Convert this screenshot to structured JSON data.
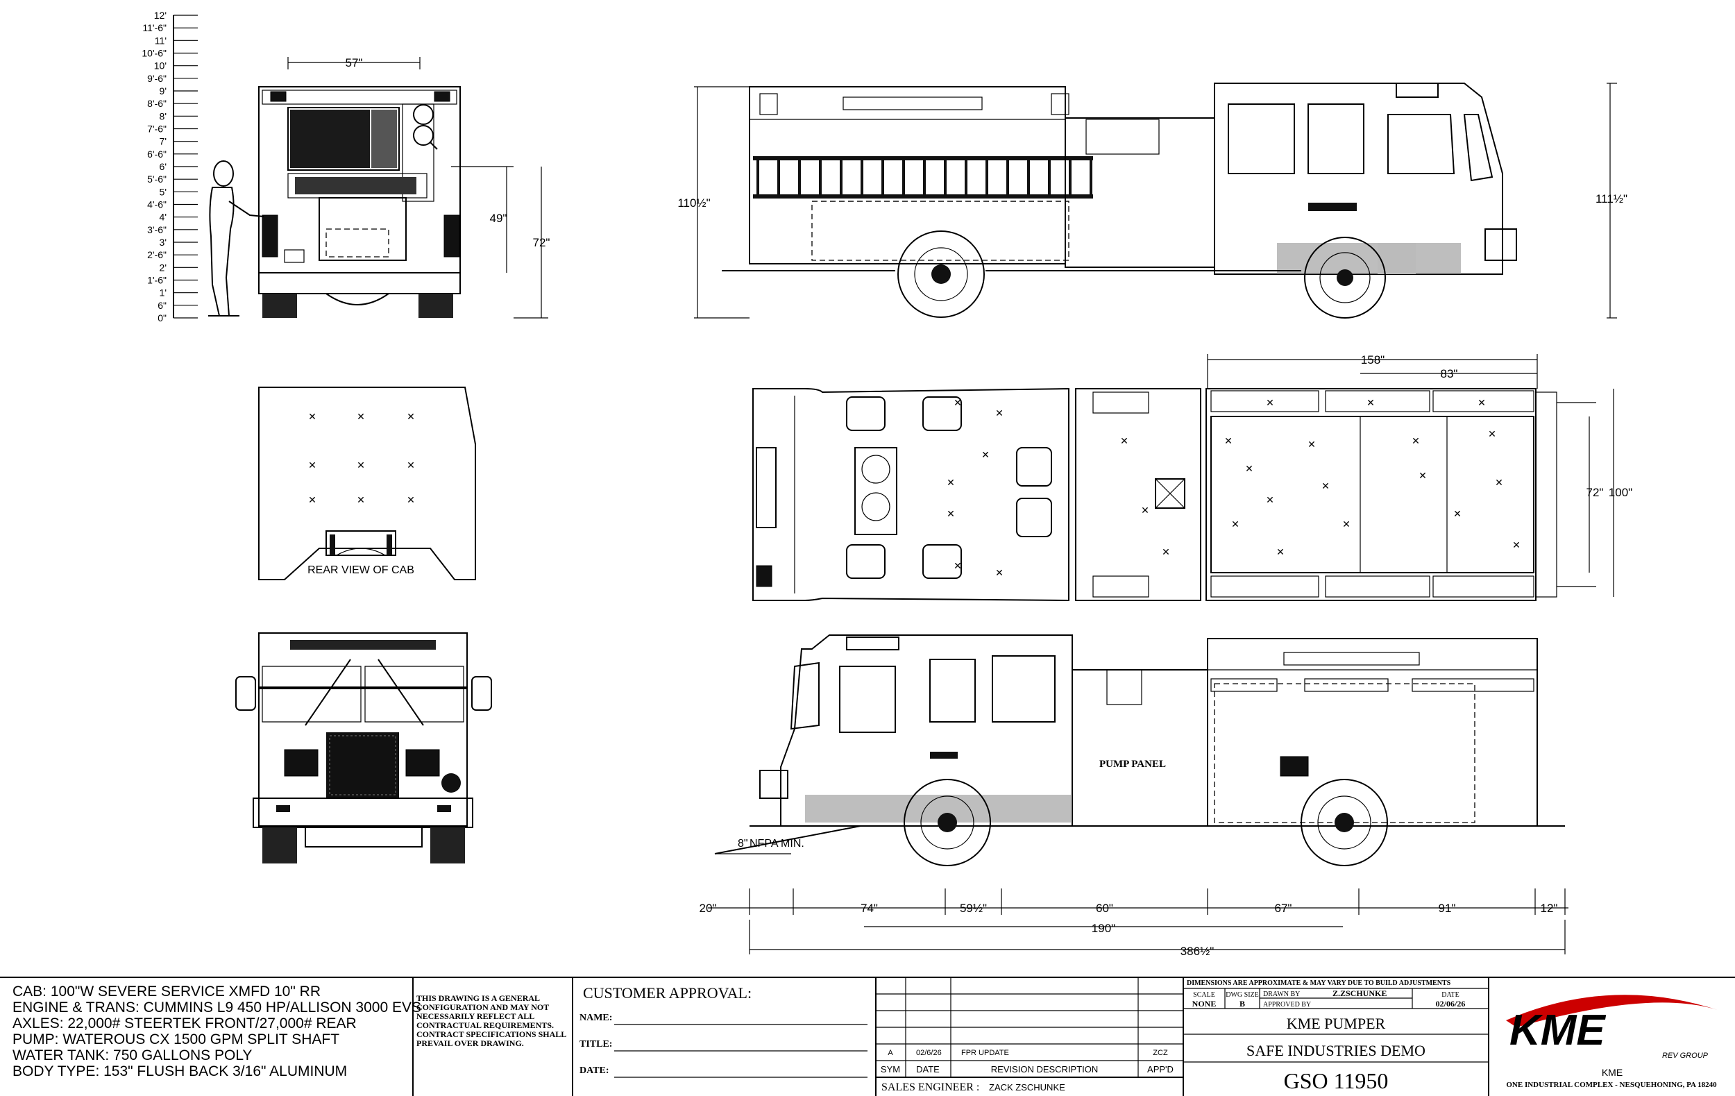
{
  "height_scale": {
    "labels": [
      "12'",
      "11'-6\"",
      "11'",
      "10'-6\"",
      "10'",
      "9'-6\"",
      "9'",
      "8'-6\"",
      "8'",
      "7'-6\"",
      "7'",
      "6'-6\"",
      "6'",
      "5'-6\"",
      "5'",
      "4'-6\"",
      "4'",
      "3'-6\"",
      "3'",
      "2'-6\"",
      "2'",
      "1'-6\"",
      "1'",
      "6\"",
      "0\""
    ]
  },
  "rear_view": {
    "dim_width": "57\"",
    "dim_compartment": "49\"",
    "dim_height": "72\""
  },
  "side_view_right": {
    "dim_rear_height": "110½\"",
    "dim_cab_height": "111½\""
  },
  "top_view": {
    "dim_body_length": "158\"",
    "dim_section": "83\"",
    "dim_inner_width": "72\"",
    "dim_outer_width": "100\""
  },
  "cab_rear": {
    "caption": "REAR VIEW OF CAB"
  },
  "side_view_left": {
    "pump_panel_label": "PUMP PANEL",
    "nfpa_angle": "8\"",
    "nfpa_label": "NFPA MIN.",
    "dims": [
      "20\"",
      "74\"",
      "59½\"",
      "60\"",
      "67\"",
      "91\"",
      "12\""
    ],
    "dim_wheelbase": "190\"",
    "dim_overall": "386½\""
  },
  "spec_block": {
    "lines": [
      "CAB: 100\"W SEVERE SERVICE XMFD 10\" RR",
      "ENGINE & TRANS: CUMMINS L9 450 HP/ALLISON 3000 EVS",
      "AXLES: 22,000# STEERTEK FRONT/27,000# REAR",
      "PUMP: WATEROUS CX 1500 GPM SPLIT SHAFT",
      "WATER TANK: 750 GALLONS POLY",
      "BODY TYPE:  153\" FLUSH BACK 3/16\" ALUMINUM"
    ]
  },
  "disclaimer": {
    "lines": [
      "THIS DRAWING IS A GENERAL",
      "CONFIGURATION AND MAY NOT",
      "NECESSARILY REFLECT ALL",
      "CONTRACTUAL REQUIREMENTS.",
      "CONTRACT SPECIFICATIONS SHALL",
      "PREVAIL OVER DRAWING."
    ]
  },
  "customer_approval": {
    "title": "CUSTOMER APPROVAL:",
    "name_label": "NAME:",
    "title_label": "TITLE:",
    "date_label": "DATE:"
  },
  "revisions": {
    "row": {
      "sym": "A",
      "date": "02/6/26",
      "description": "FPR UPDATE",
      "approved": "ZCZ"
    },
    "headers": {
      "sym": "SYM",
      "date": "DATE",
      "description": "REVISION DESCRIPTION",
      "approved": "APP'D"
    },
    "sales_engineer_label": "SALES ENGINEER  :",
    "sales_engineer_value": "ZACK ZSCHUNKE"
  },
  "title_block": {
    "note": "DIMENSIONS ARE APPROXIMATE & MAY VARY DUE TO BUILD ADJUSTMENTS",
    "scale_label": "SCALE",
    "scale_value": "NONE",
    "dwg_size_label": "DWG SIZE",
    "dwg_size_value": "B",
    "drawn_by_label": "DRAWN BY",
    "drawn_by_value": "Z.ZSCHUNKE",
    "approved_by_label": "APPROVED BY",
    "date_label": "DATE",
    "date_value": "02/06/26",
    "product": "KME PUMPER",
    "customer": "SAFE INDUSTRIES DEMO",
    "gso": "GSO  11950"
  },
  "logo": {
    "brand": "KME",
    "group": "REV GROUP",
    "company": "KME",
    "address": "ONE INDUSTRIAL COMPLEX - NESQUEHONING, PA  18240"
  }
}
